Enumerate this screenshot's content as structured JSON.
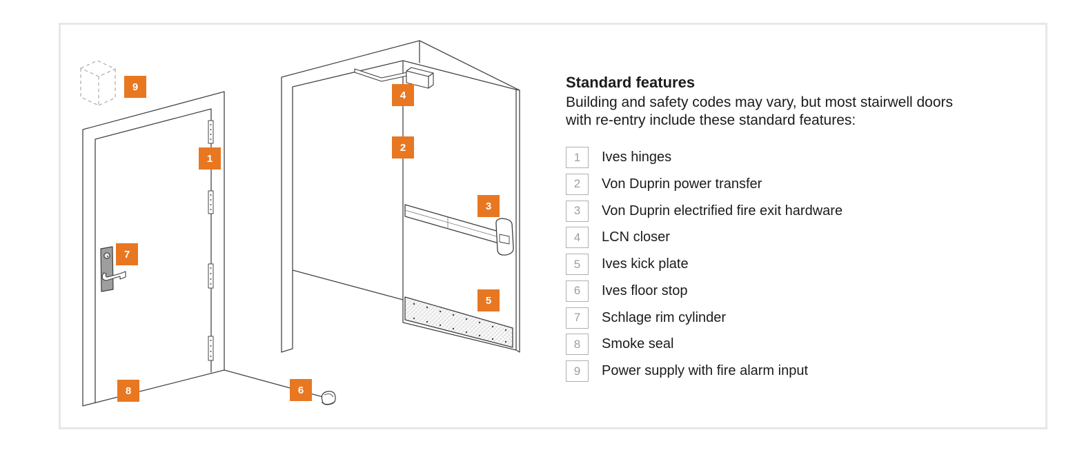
{
  "colors": {
    "accent_orange": "#E87722",
    "line": "#444444",
    "legend_box_border": "#b0b0b0",
    "legend_box_number": "#9e9e9e",
    "text": "#1b1b1b",
    "frame_border": "#e7e7e7",
    "metal_fill": "#9e9e9e"
  },
  "legend": {
    "title": "Standard features",
    "intro_lines": [
      "Building and safety codes may vary, but most stairwell doors",
      "with re-entry include these standard features:"
    ],
    "items": [
      {
        "num": "1",
        "label": "Ives hinges"
      },
      {
        "num": "2",
        "label": "Von Duprin power transfer"
      },
      {
        "num": "3",
        "label": "Von Duprin electrified fire exit hardware"
      },
      {
        "num": "4",
        "label": "LCN closer"
      },
      {
        "num": "5",
        "label": "Ives kick plate"
      },
      {
        "num": "6",
        "label": "Ives floor stop"
      },
      {
        "num": "7",
        "label": "Schlage rim cylinder"
      },
      {
        "num": "8",
        "label": "Smoke seal"
      },
      {
        "num": "9",
        "label": "Power supply with fire alarm input"
      }
    ]
  },
  "diagram": {
    "callouts": [
      {
        "number": "1"
      },
      {
        "number": "2"
      },
      {
        "number": "3"
      },
      {
        "number": "4"
      },
      {
        "number": "5"
      },
      {
        "number": "6"
      },
      {
        "number": "7"
      },
      {
        "number": "8"
      },
      {
        "number": "9"
      }
    ]
  }
}
